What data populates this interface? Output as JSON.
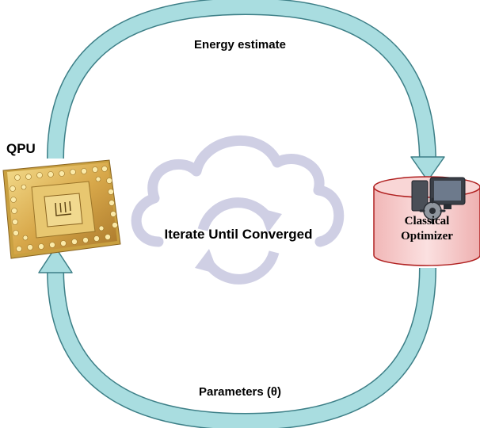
{
  "labels": {
    "top_edge": "Energy estimate",
    "bottom_edge": "Parameters (θ)",
    "center": "Iterate Until Converged",
    "qpu": "QPU",
    "optimizer_line1": "Classical",
    "optimizer_line2": "Optimizer"
  },
  "colors": {
    "loop_arrow_fill": "#a9dde0",
    "loop_arrow_stroke": "#3d7f87",
    "cloud_color": "#cfcfe4",
    "chip_gold": "#d8a84a",
    "chip_board": "#e8c770",
    "cylinder_fill": "#f6cccc",
    "cylinder_stroke": "#b02020"
  },
  "icons": {
    "qpu": "quantum-chip-icon",
    "optimizer": "classical-optimizer-computer-icon",
    "center": "cloud-cycle-icon"
  }
}
